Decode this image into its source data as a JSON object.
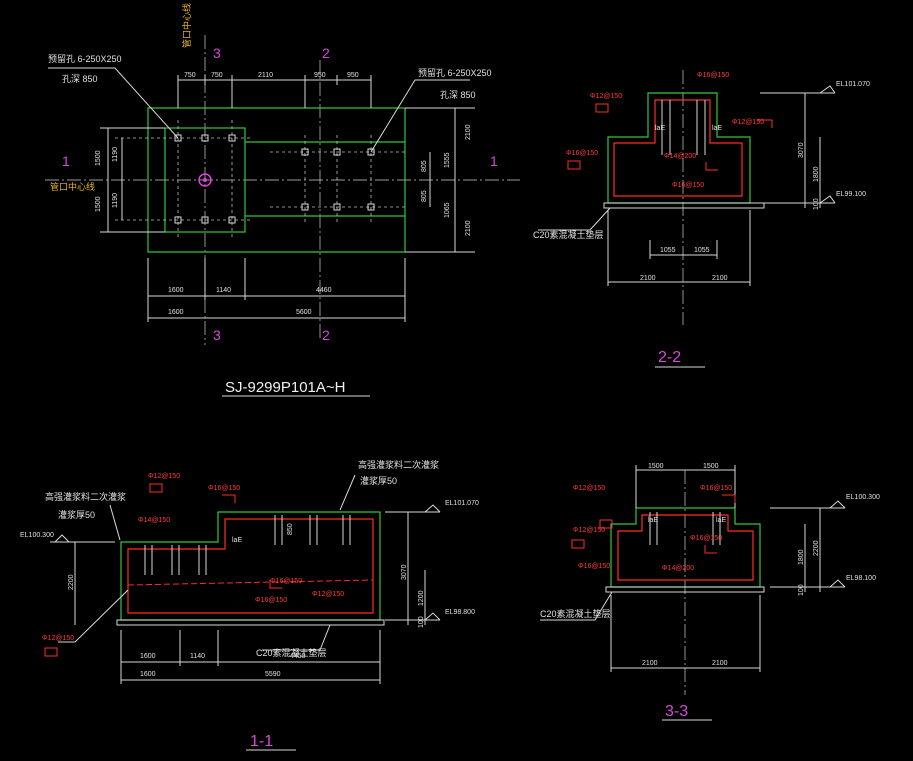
{
  "plan": {
    "title": "SJ-9299P101A~H",
    "center_label_top": "管口中心线",
    "center_label_left": "管口中心线",
    "bolt_note_left": "预留孔 6-250X250",
    "bolt_note_left_2": "孔深 850",
    "bolt_note_right": "预留孔 6-250X250",
    "bolt_note_right_2": "孔深 850",
    "marker_1": "1",
    "marker_2": "2",
    "marker_3": "3",
    "top_dims": [
      "750",
      "750",
      "2110",
      "950",
      "950"
    ],
    "left_dims": [
      "1500",
      "1500",
      "1190",
      "1190"
    ],
    "right_dims_inner": [
      "805",
      "805",
      "1555",
      "1065"
    ],
    "right_dims_outer": [
      "2100",
      "2100"
    ],
    "bottom_dims_row1": [
      "1600",
      "1140",
      "4460"
    ],
    "bottom_dims_row2": [
      "1600",
      "5600"
    ]
  },
  "section_22": {
    "label": "2-2",
    "elev_top": "EL101.070",
    "elev_bottom": "EL99.100",
    "dims_right": [
      "3070",
      "1800",
      "100"
    ],
    "dims_bottom_inner": [
      "1055",
      "1055"
    ],
    "dims_bottom_outer": [
      "2100",
      "2100"
    ],
    "rebar_1": "Φ12@150",
    "rebar_2": "Φ16@150",
    "rebar_3": "Φ12@150",
    "rebar_4": "Φ16@150",
    "rebar_5": "Φ14@200",
    "rebar_6": "Φ16@150",
    "lae": "laE",
    "base_note": "C20素混凝土垫层"
  },
  "section_11": {
    "label": "1-1",
    "note_left": "高强灌浆料二次灌浆",
    "note_left_2": "灌浆厚50",
    "note_right": "高强灌浆料二次灌浆",
    "note_right_2": "灌浆厚50",
    "elev_left": "EL100.300",
    "elev_top": "EL101.070",
    "elev_bottom": "EL98.800",
    "dims_right": [
      "3070",
      "1200",
      "100"
    ],
    "dim_left": "2200",
    "dim_850": "850",
    "dims_bottom_row1": [
      "1600",
      "1140",
      "4450"
    ],
    "dims_bottom_row2": [
      "1600",
      "5590"
    ],
    "rebar_1": "Φ12@150",
    "rebar_2": "Φ16@150",
    "rebar_3": "Φ14@150",
    "rebar_4": "Φ16@150",
    "rebar_5": "Φ16@150",
    "rebar_6": "Φ12@150",
    "rebar_7": "Φ12@150",
    "lae": "laE",
    "base_note": "C20素混凝土垫层"
  },
  "section_33": {
    "label": "3-3",
    "elev_top": "EL100.300",
    "elev_bottom": "EL98.100",
    "dims_top": [
      "1500",
      "1500"
    ],
    "dims_right": [
      "2200",
      "1800",
      "100"
    ],
    "dims_bottom_outer": [
      "2100",
      "2100"
    ],
    "rebar_1": "Φ12@150",
    "rebar_2": "Φ16@150",
    "rebar_3": "Φ12@150",
    "rebar_4": "Φ16@150",
    "rebar_5": "Φ16@150",
    "rebar_6": "Φ14@200",
    "lae": "laE",
    "base_note": "C20素混凝土垫层"
  }
}
